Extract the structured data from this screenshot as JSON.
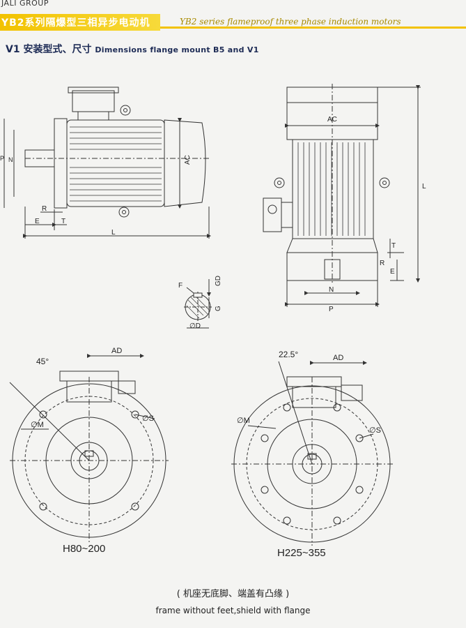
{
  "header": {
    "brand": "JALI GROUP",
    "title_cn": "YB2系列隔爆型三相异步电动机",
    "title_en": "YB2 series flameproof three phase induction motors"
  },
  "section": {
    "title_cn": "V1 安装型式、尺寸",
    "title_en": "Dimensions flange mount B5 and V1"
  },
  "labels": {
    "side_view": {
      "AC": "AC",
      "P": "P",
      "N": "N",
      "R": "R",
      "E": "E",
      "T": "T",
      "L": "L"
    },
    "vertical_view": {
      "AC": "AC",
      "L": "L",
      "T": "T",
      "R": "R",
      "E": "E",
      "N": "N",
      "P": "P"
    },
    "shaft_section": {
      "F": "F",
      "GD": "GD",
      "G": "G",
      "D": "∅D"
    },
    "flange_small": {
      "angle": "45°",
      "AD": "AD",
      "M": "∅M",
      "S": "∅S",
      "range": "H80~200"
    },
    "flange_large": {
      "angle": "22.5°",
      "AD": "AD",
      "M": "∅M",
      "S": "∅S",
      "range": "H225~355"
    }
  },
  "caption": {
    "cn": "( 机座无底脚、端盖有凸缘 )",
    "en": "frame without feet,shield with flange"
  },
  "colors": {
    "banner": "#f2c200",
    "section_title": "#1d2b55",
    "line": "#333333"
  }
}
